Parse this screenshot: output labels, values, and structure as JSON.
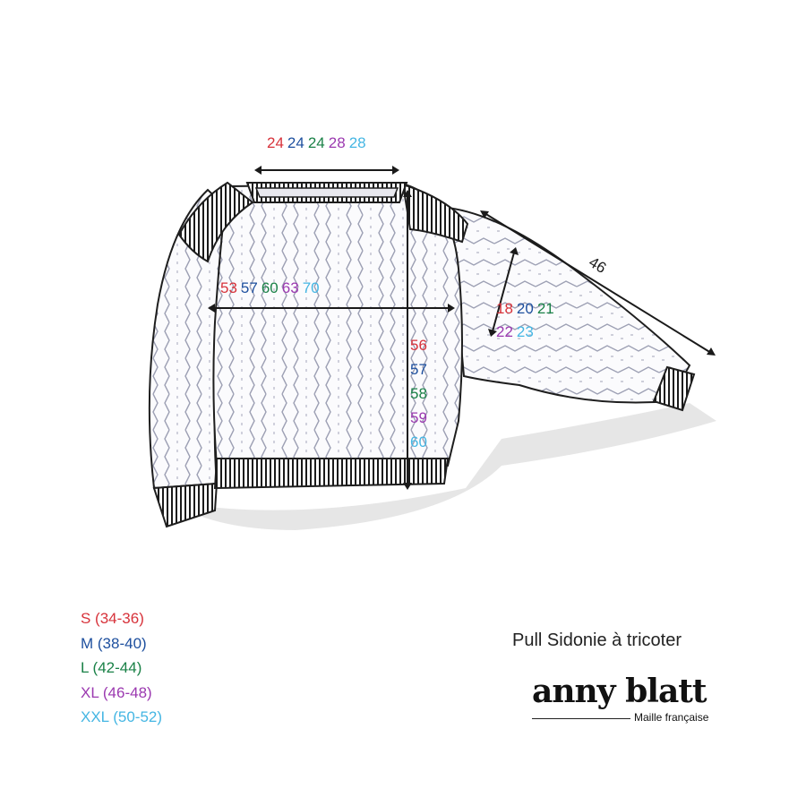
{
  "diagram": {
    "neck_width": [
      {
        "size": "S",
        "value": "24"
      },
      {
        "size": "M",
        "value": "24"
      },
      {
        "size": "L",
        "value": "24"
      },
      {
        "size": "XL",
        "value": "28"
      },
      {
        "size": "XXL",
        "value": "28"
      }
    ],
    "chest_width": [
      {
        "size": "S",
        "value": "53"
      },
      {
        "size": "M",
        "value": "57"
      },
      {
        "size": "L",
        "value": "60"
      },
      {
        "size": "XL",
        "value": "63"
      },
      {
        "size": "XXL",
        "value": "70"
      }
    ],
    "body_length": [
      {
        "size": "S",
        "value": "56"
      },
      {
        "size": "M",
        "value": "57"
      },
      {
        "size": "L",
        "value": "58"
      },
      {
        "size": "XL",
        "value": "59"
      },
      {
        "size": "XXL",
        "value": "60"
      }
    ],
    "sleeve_width_row1": [
      {
        "size": "S",
        "value": "18"
      },
      {
        "size": "M",
        "value": "20"
      },
      {
        "size": "L",
        "value": "21"
      }
    ],
    "sleeve_width_row2": [
      {
        "size": "XL",
        "value": "22"
      },
      {
        "size": "XXL",
        "value": "23"
      }
    ],
    "sleeve_length": "46"
  },
  "legend": [
    {
      "size": "S",
      "label": "S (34-36)",
      "color": "#d7323a"
    },
    {
      "size": "M",
      "label": "M (38-40)",
      "color": "#1d4f9e"
    },
    {
      "size": "L",
      "label": "L (42-44)",
      "color": "#1a8147"
    },
    {
      "size": "XL",
      "label": "XL (46-48)",
      "color": "#9b39b0"
    },
    {
      "size": "XXL",
      "label": "XXL (50-52)",
      "color": "#45b6e3"
    }
  ],
  "pattern_title": "Pull Sidonie à tricoter",
  "brand": {
    "name": "anny blatt",
    "tagline": "Maille française"
  }
}
